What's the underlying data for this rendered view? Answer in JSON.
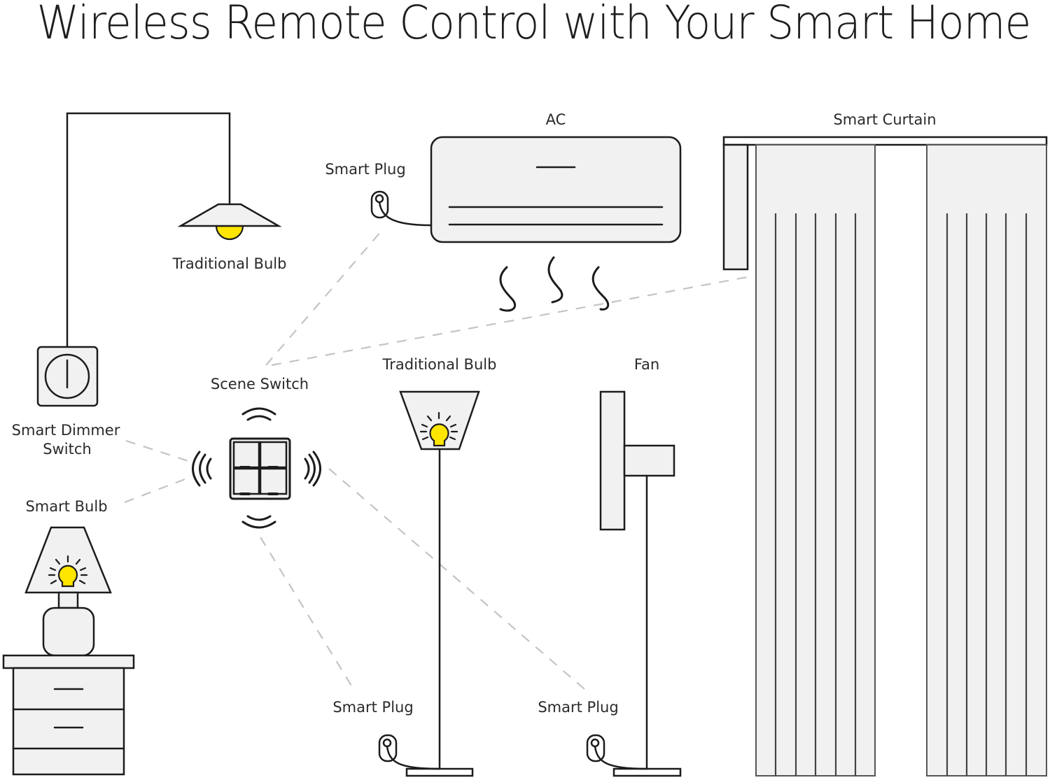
{
  "title": "Wireless Remote Control with Your Smart Home",
  "colors": {
    "line": "#1c1c1c",
    "fill": "#f1f1f1",
    "bulb": "#ffe600",
    "dashed_link": "#c4c4c4",
    "text": "#2a2a2a"
  },
  "hub": {
    "label": "Scene Switch",
    "icon": "four-button-scene-switch-icon",
    "buttons": 4
  },
  "devices": {
    "pendant_bulb": {
      "label": "Traditional Bulb",
      "icon": "pendant-lamp-icon"
    },
    "dimmer": {
      "label_line1": "Smart Dimmer",
      "label_line2": "Switch",
      "icon": "wall-dimmer-switch-icon"
    },
    "smart_bulb": {
      "label": "Smart Bulb",
      "icon": "table-lamp-icon"
    },
    "ac": {
      "label": "AC",
      "icon": "air-conditioner-icon"
    },
    "ac_plug": {
      "label": "Smart Plug",
      "icon": "smart-plug-icon"
    },
    "curtain": {
      "label": "Smart Curtain",
      "icon": "curtain-icon"
    },
    "floor_lamp": {
      "label": "Traditional Bulb",
      "icon": "floor-lamp-icon"
    },
    "fan": {
      "label": "Fan",
      "icon": "standing-fan-icon"
    },
    "floor_lamp_plug": {
      "label": "Smart Plug",
      "icon": "smart-plug-icon"
    },
    "fan_plug": {
      "label": "Smart Plug",
      "icon": "smart-plug-icon"
    }
  },
  "links": [
    {
      "from": "Scene Switch",
      "to": "Smart Plug (AC)"
    },
    {
      "from": "Scene Switch",
      "to": "Smart Curtain"
    },
    {
      "from": "Scene Switch",
      "to": "Smart Dimmer Switch"
    },
    {
      "from": "Scene Switch",
      "to": "Smart Bulb"
    },
    {
      "from": "Scene Switch",
      "to": "Smart Plug (Floor Lamp)"
    },
    {
      "from": "Scene Switch",
      "to": "Smart Plug (Fan)"
    }
  ]
}
